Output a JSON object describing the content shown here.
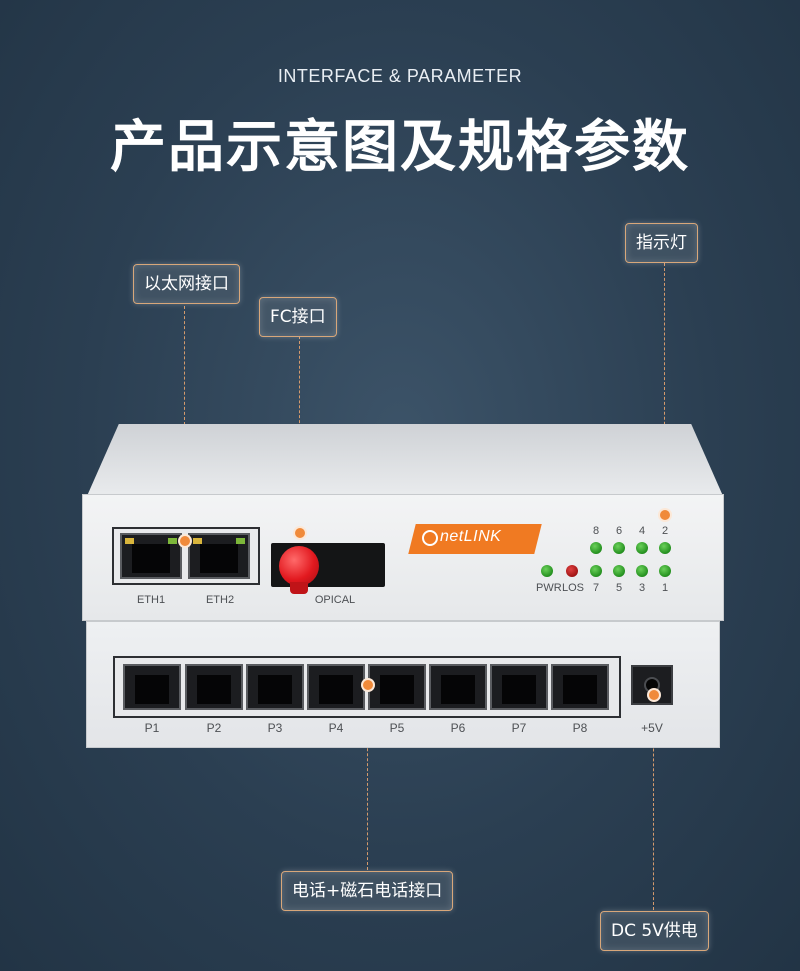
{
  "header": {
    "subtitle": "INTERFACE & PARAMETER",
    "title": "产品示意图及规格参数"
  },
  "callouts": {
    "ethernet": "以太网接口",
    "fc": "FC接口",
    "indicator": "指示灯",
    "phone": "电话+磁石电话接口",
    "power": "DC 5V供电"
  },
  "device": {
    "logo": "netLINK",
    "eth_ports": [
      "ETH1",
      "ETH2"
    ],
    "optical_label": "OPICAL",
    "status_leds": [
      "PWR",
      "LOS"
    ],
    "channel_leds_top": [
      "8",
      "6",
      "4",
      "2"
    ],
    "channel_leds_bottom": [
      "7",
      "5",
      "3",
      "1"
    ],
    "phone_ports": [
      "P1",
      "P2",
      "P3",
      "P4",
      "P5",
      "P6",
      "P7",
      "P8"
    ],
    "power_label": "+5V"
  },
  "colors": {
    "accent": "#f07a22",
    "callout_border": "#d8a77a",
    "led_green": "#24901f",
    "led_red": "#a11515",
    "fc_cap": "#e2191f"
  }
}
